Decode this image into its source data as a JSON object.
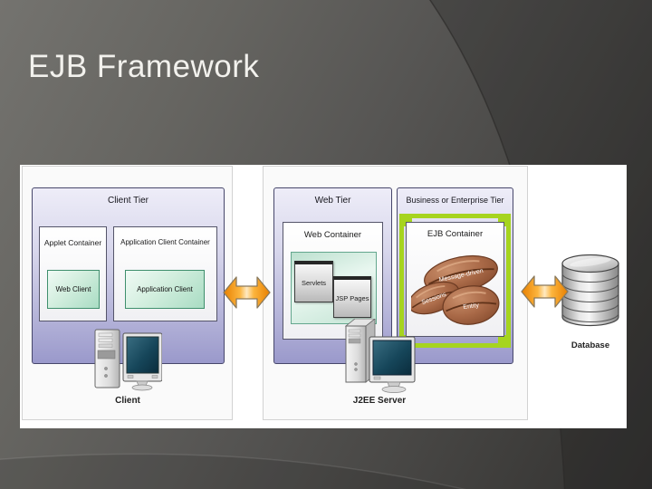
{
  "slide": {
    "title": "EJB Framework"
  },
  "diagram": {
    "client_tier": {
      "label": "Client Tier",
      "applet_container": {
        "label": "Applet Container",
        "web_client_label": "Web Client"
      },
      "app_client_container": {
        "label": "Application Client Container",
        "application_client_label": "Application Client"
      },
      "device_label": "Client"
    },
    "web_tier": {
      "label": "Web Tier",
      "web_container": {
        "label": "Web Container",
        "servlets_label": "Servlets",
        "jsp_pages_label": "JSP Pages"
      }
    },
    "business_tier": {
      "label": "Business or Enterprise Tier",
      "ejb_container": {
        "label": "EJB Container",
        "beans": [
          {
            "label": "Message-driven"
          },
          {
            "label": "Sessions"
          },
          {
            "label": "Entity"
          }
        ]
      }
    },
    "j2ee_server_label": "J2EE Server",
    "database_label": "Database",
    "colors": {
      "tier_fill_top": "#eeedf8",
      "tier_fill_bottom": "#9a99cb",
      "highlight_green": "#a6d41f",
      "mint_fill": "#cfe9dc",
      "arrow_orange": "#ee8600",
      "bean_brown": "#a86448",
      "screen_teal": "#1c4f66"
    }
  }
}
